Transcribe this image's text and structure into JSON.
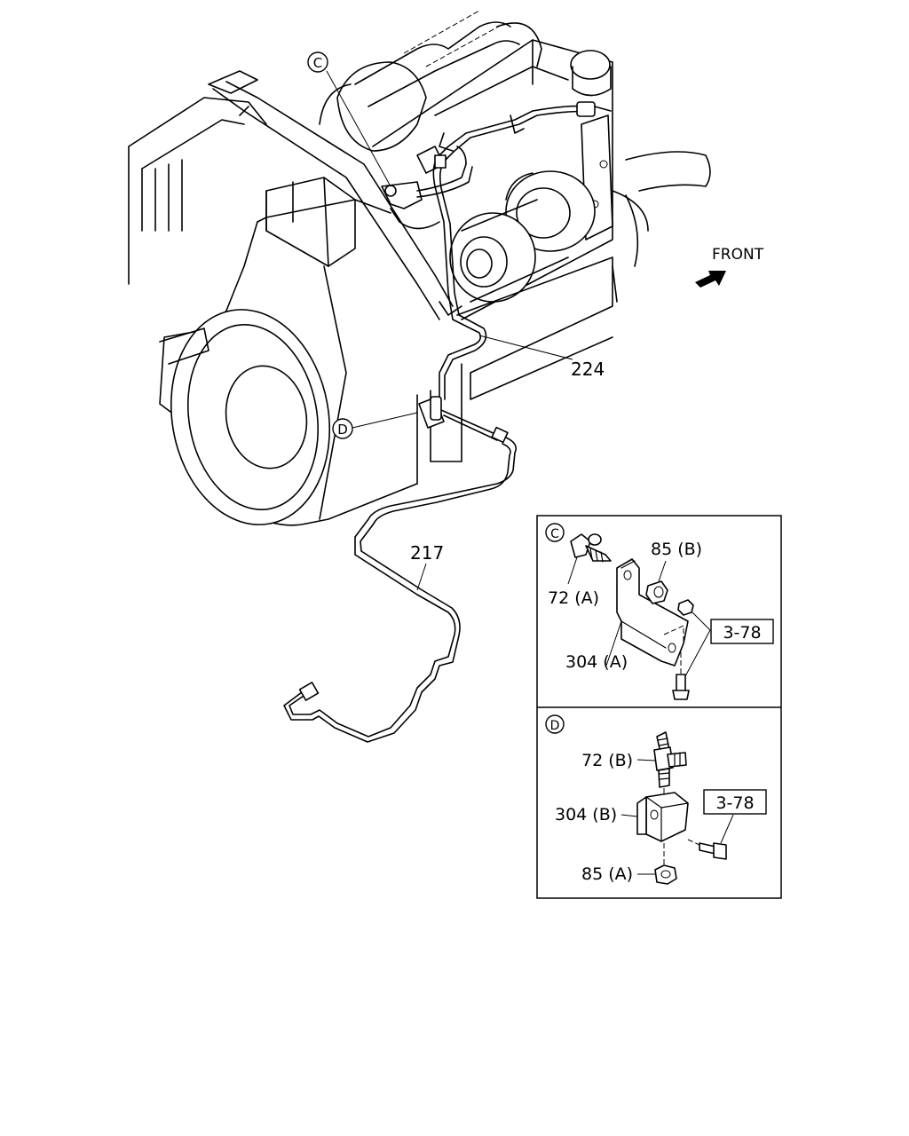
{
  "labels": {
    "front": "FRONT",
    "part_224": "224",
    "part_217": "217",
    "callout_c": "C",
    "callout_d": "D"
  },
  "detail_c": {
    "letter": "C",
    "part_72a": "72 (A)",
    "part_85b": "85 (B)",
    "part_304a": "304 (A)",
    "ref": "3-78"
  },
  "detail_d": {
    "letter": "D",
    "part_72b": "72 (B)",
    "part_304b": "304 (B)",
    "part_85a": "85 (A)",
    "ref": "3-78"
  }
}
